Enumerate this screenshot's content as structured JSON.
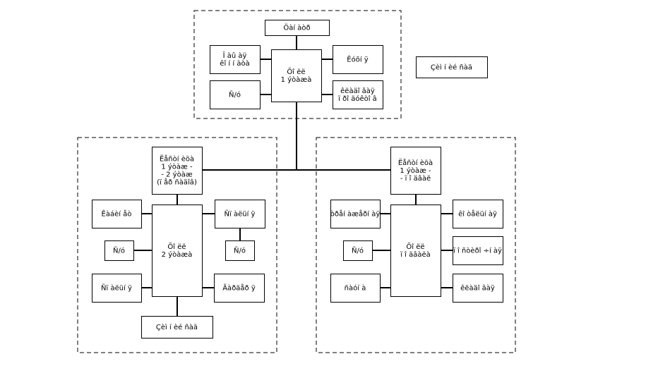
{
  "diagram": {
    "groups": [
      "top-group",
      "left-group",
      "right-group"
    ],
    "nodes": [
      {
        "id": "top-header",
        "lines": [
          "Öàí àòð"
        ]
      },
      {
        "id": "top-left-1",
        "lines": [
          "Î àû àÿ",
          "êî í í àòà"
        ]
      },
      {
        "id": "top-left-2",
        "lines": [
          "Ñ/ó"
        ]
      },
      {
        "id": "top-center",
        "lines": [
          "Õî ëë",
          "1 ýòàæà"
        ]
      },
      {
        "id": "top-right-1",
        "lines": [
          "Êóõí ÿ"
        ]
      },
      {
        "id": "top-right-2",
        "lines": [
          "êëàäî âàÿ",
          "ï ðî äóêòî â"
        ]
      },
      {
        "id": "standalone",
        "lines": [
          "Çèì í èé ñàä"
        ]
      },
      {
        "id": "left-header",
        "lines": [
          "Ëåñòí èöà",
          "1 ýòàæ -",
          "- 2 ýòàæ",
          "(ï åð ñàäîâ)"
        ]
      },
      {
        "id": "left-center",
        "lines": [
          "Õî ëë",
          "2 ýòàæà"
        ]
      },
      {
        "id": "left-l1",
        "lines": [
          "Êàáèí åò"
        ]
      },
      {
        "id": "left-l2",
        "lines": [
          "Ñ/ó"
        ]
      },
      {
        "id": "left-l3",
        "lines": [
          "Ñï àëüí ÿ"
        ]
      },
      {
        "id": "left-r1",
        "lines": [
          "Ñï àëüí ÿ"
        ]
      },
      {
        "id": "left-r2",
        "lines": [
          "Ñ/ó"
        ]
      },
      {
        "id": "left-r3",
        "lines": [
          "Ãàðäåð ÿ"
        ]
      },
      {
        "id": "left-bottom",
        "lines": [
          "Çèì í èé ñàä"
        ]
      },
      {
        "id": "right-header",
        "lines": [
          "Ëåñòí èöà",
          "1 ýòàæ -",
          "- ï î äâàë"
        ]
      },
      {
        "id": "right-center",
        "lines": [
          "Õî ëë",
          "ï î äâàëà"
        ]
      },
      {
        "id": "right-l1",
        "lines": [
          "òðåí àæåðí àÿ"
        ]
      },
      {
        "id": "right-l2",
        "lines": [
          "Ñ/ó"
        ]
      },
      {
        "id": "right-l3",
        "lines": [
          "ñàóí à"
        ]
      },
      {
        "id": "right-r1",
        "lines": [
          "êî òåëüí àÿ"
        ]
      },
      {
        "id": "right-r2",
        "lines": [
          "ï î ñòèðî ÷í àÿ"
        ]
      },
      {
        "id": "right-r3",
        "lines": [
          "êëàäî âàÿ"
        ]
      }
    ],
    "connections": [
      [
        "top-center",
        "top-header"
      ],
      [
        "top-center",
        "top-left-1"
      ],
      [
        "top-center",
        "top-left-2"
      ],
      [
        "top-center",
        "top-right-1"
      ],
      [
        "top-center",
        "top-right-2"
      ],
      [
        "top-center",
        "left-header"
      ],
      [
        "top-center",
        "right-header"
      ],
      [
        "left-header",
        "left-center"
      ],
      [
        "left-center",
        "left-l1"
      ],
      [
        "left-center",
        "left-l2"
      ],
      [
        "left-center",
        "left-l3"
      ],
      [
        "left-center",
        "left-r1"
      ],
      [
        "left-r1",
        "left-r2"
      ],
      [
        "left-center",
        "left-r3"
      ],
      [
        "left-center",
        "left-bottom"
      ],
      [
        "right-header",
        "right-center"
      ],
      [
        "right-center",
        "right-l1"
      ],
      [
        "right-center",
        "right-l2"
      ],
      [
        "right-center",
        "right-l3"
      ],
      [
        "right-center",
        "right-r1"
      ],
      [
        "right-center",
        "right-r2"
      ],
      [
        "right-center",
        "right-r3"
      ]
    ]
  }
}
